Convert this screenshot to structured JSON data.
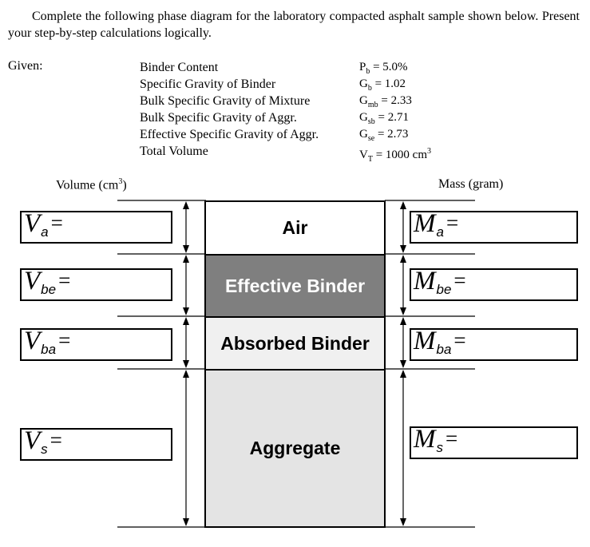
{
  "intro": "Complete the following phase diagram for the laboratory compacted asphalt sample shown below. Present your step-by-step calculations logically.",
  "given": {
    "label": "Given:",
    "items": [
      {
        "name": "Binder Content",
        "sym": "P",
        "sub": "b",
        "value": " = 5.0%"
      },
      {
        "name": "Specific Gravity of Binder",
        "sym": "G",
        "sub": "b",
        "value": " = 1.02"
      },
      {
        "name": "Bulk Specific Gravity of Mixture",
        "sym": "G",
        "sub": "mb",
        "value": " = 2.33"
      },
      {
        "name": "Bulk Specific Gravity of Aggr.",
        "sym": "G",
        "sub": "sb",
        "value": " = 2.71"
      },
      {
        "name": "Effective Specific Gravity of Aggr.",
        "sym": "G",
        "sub": "se",
        "value": " = 2.73"
      },
      {
        "name": "Total Volume",
        "sym": "V",
        "sub": "T",
        "value": " = 1000 cm",
        "sup": "3"
      }
    ]
  },
  "volume_title": "Volume (cm",
  "volume_title_sup": "3",
  "volume_title_end": ")",
  "mass_title": "Mass (gram)",
  "components": {
    "air": "Air",
    "effective_binder": "Effective Binder",
    "absorbed_binder": "Absorbed Binder",
    "aggregate": "Aggregate"
  },
  "colors": {
    "effective_binder_fill": "#7f7f7f",
    "absorbed_binder_fill": "#f0f0f0",
    "aggregate_fill": "#e4e4e4",
    "air_fill": "#ffffff"
  },
  "volume_boxes": [
    {
      "sym": "V",
      "sub": "a",
      "eq": "="
    },
    {
      "sym": "V",
      "sub": "be",
      "eq": "="
    },
    {
      "sym": "V",
      "sub": "ba",
      "eq": "="
    },
    {
      "sym": "V",
      "sub": "s",
      "eq": "="
    }
  ],
  "mass_boxes": [
    {
      "sym": "M",
      "sub": "a",
      "eq": "="
    },
    {
      "sym": "M",
      "sub": "be",
      "eq": "="
    },
    {
      "sym": "M",
      "sub": "ba",
      "eq": "="
    },
    {
      "sym": "M",
      "sub": "s",
      "eq": "="
    }
  ]
}
